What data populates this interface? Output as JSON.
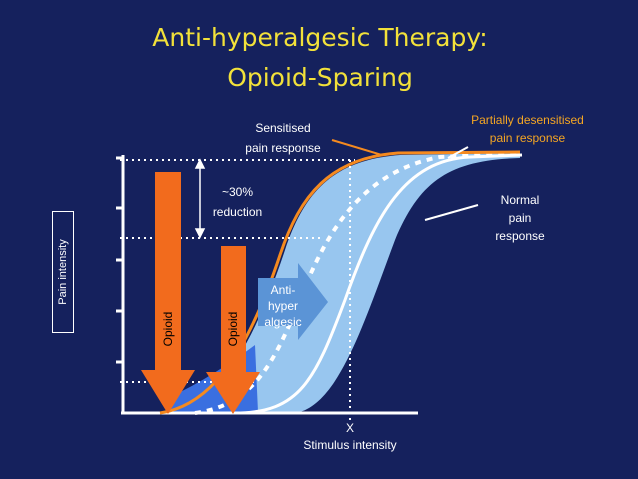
{
  "title_line1": "Anti-hyperalgesic Therapy:",
  "title_line2": "Opioid-Sparing",
  "labels": {
    "sensitised_line1": "Sensitised",
    "sensitised_line2": "pain response",
    "partial_line1": "Partially desensitised",
    "partial_line2": "pain response",
    "normal_line1": "Normal",
    "normal_line2": "pain",
    "normal_line3": "response",
    "reduction_line1": "~30%",
    "reduction_line2": "reduction",
    "anti_line1": "Anti-",
    "anti_line2": "hyper",
    "anti_line3": "algesic",
    "opioid_1": "Opioid",
    "opioid_2": "Opioid",
    "x_marker": "X",
    "x_axis": "Stimulus intensity",
    "y_axis": "Pain intensity"
  },
  "colors": {
    "background": "#15215d",
    "title": "#f2e13a",
    "sensitised_curve": "#f58a1f",
    "shade": "#9fd0f7",
    "opioid_arrow": "#f26b1d",
    "anti_arrow": "#5b94d6"
  }
}
